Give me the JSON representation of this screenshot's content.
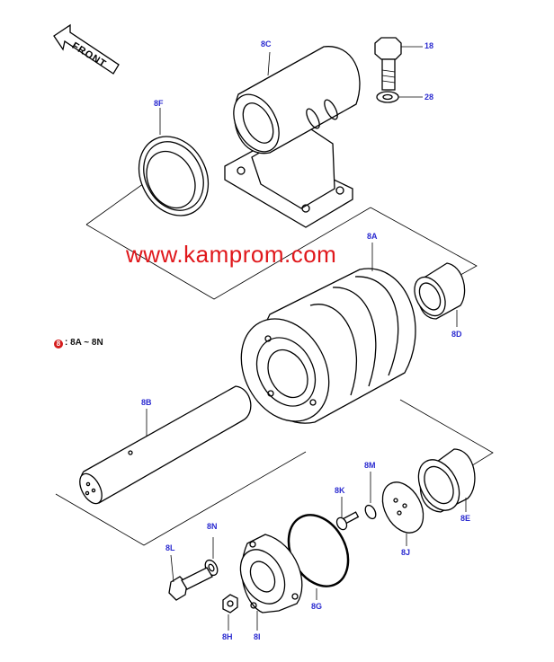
{
  "diagram": {
    "front_label": "FRONT",
    "watermark": "www.kamprom.com",
    "legend": "8A ~ 8N",
    "legend_marker": "8",
    "callouts": {
      "c18": "18",
      "c28": "28",
      "c8C": "8C",
      "c8F": "8F",
      "c8A": "8A",
      "c8D": "8D",
      "c8B": "8B",
      "c8M": "8M",
      "c8K": "8K",
      "c8N": "8N",
      "c8E": "8E",
      "c8L": "8L",
      "c8J": "8J",
      "c8G": "8G",
      "c8H": "8H",
      "c8I": "8I"
    },
    "colors": {
      "callout": "#2a2ad0",
      "watermark": "#e0181c",
      "legend_marker": "#d41c1c"
    }
  }
}
